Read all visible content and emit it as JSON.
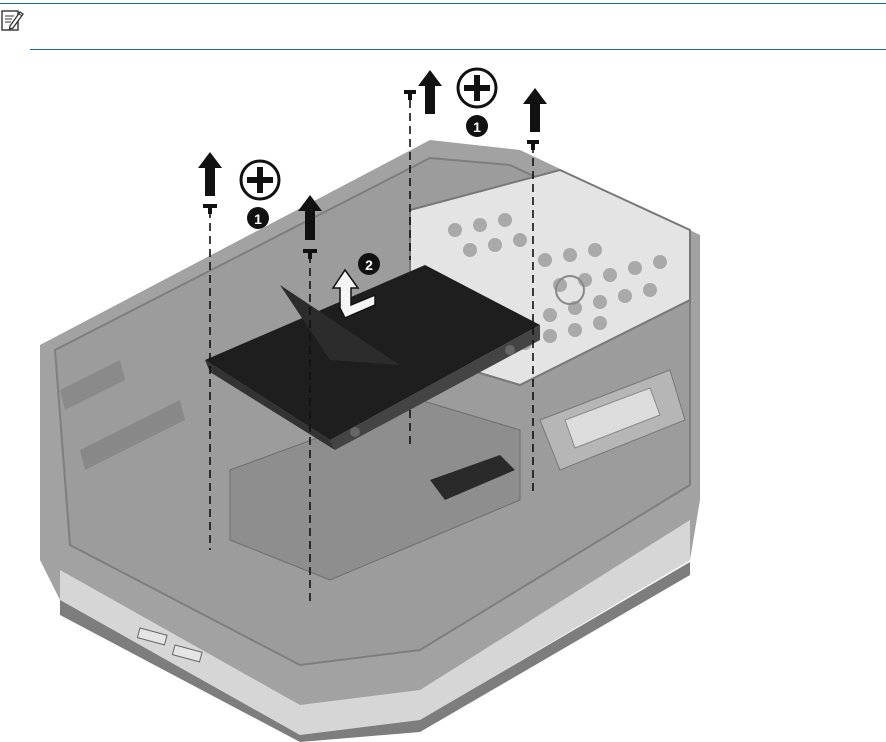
{
  "note": {
    "icon": "note-icon"
  },
  "colors": {
    "rule": "#1f64a8",
    "chassis": "#9a9a9a",
    "chassis_dark": "#6e6e6e",
    "drive": "#1e1e1e",
    "bay": "#c8c8c8",
    "arrow": "#111111"
  },
  "callouts": {
    "left_pair_step": "1",
    "right_pair_step": "1",
    "drive_lift_step": "2"
  },
  "icons": {
    "screwdriver": "phillips-screwdriver-icon",
    "lift": "arrow-up-icon"
  }
}
